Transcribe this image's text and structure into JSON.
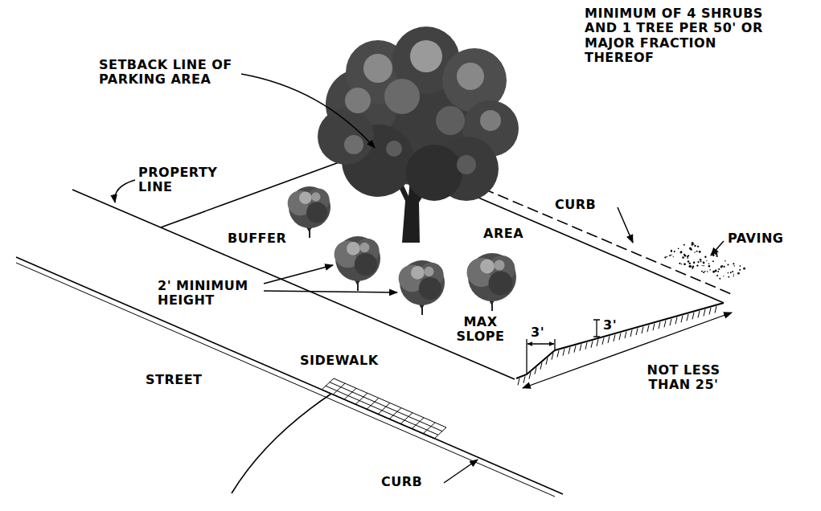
{
  "diagram": {
    "labels": [
      "MINIMUM OF 4 SHRUBS AND 1 TREE PER 50' OR MAJOR FRACTION THEREOF",
      "SETBACK LINE OF PARKING AREA",
      "PROPERTY LINE",
      "CURB",
      "BUFFER",
      "AREA",
      "PAVING",
      "2' MINIMUM HEIGHT",
      "MAX SLOPE",
      "3'",
      "3'",
      "SIDEWALK",
      "NOT LESS THAN 25'",
      "STREET",
      "CURB"
    ]
  }
}
